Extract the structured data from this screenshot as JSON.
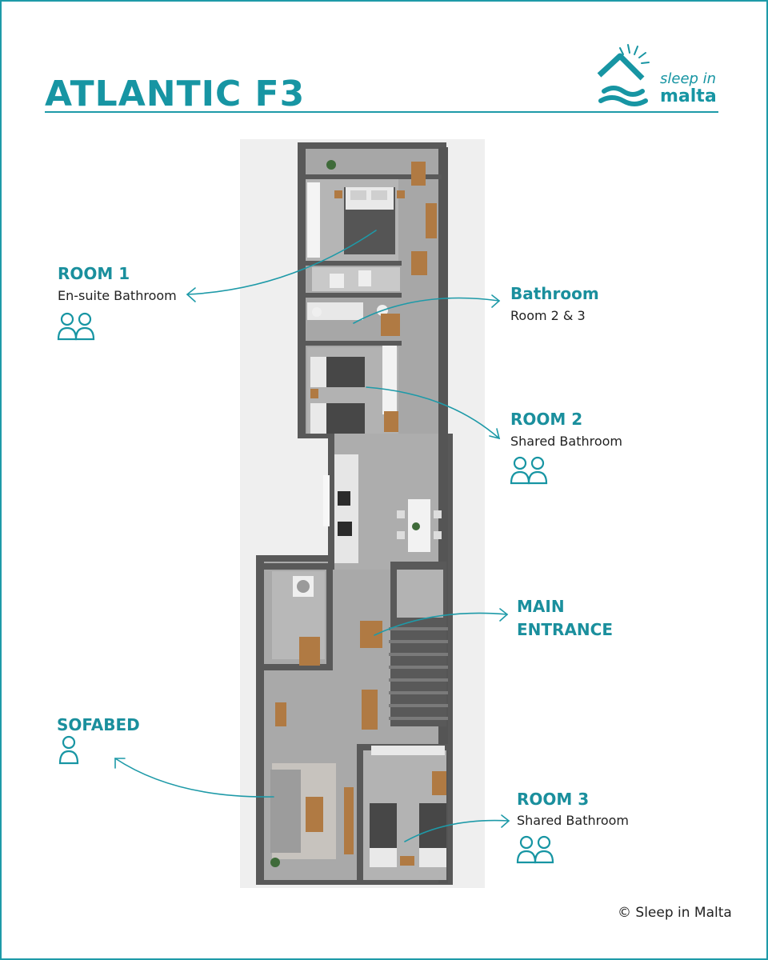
{
  "header": {
    "title": "ATLANTIC F3"
  },
  "logo": {
    "line1": "sleep in",
    "line2": "malta"
  },
  "labels": {
    "room1": {
      "title": "ROOM 1",
      "subtitle": "En-suite Bathroom",
      "icon": "two-persons-icon"
    },
    "bathroom": {
      "title": "Bathroom",
      "subtitle": "Room 2 & 3"
    },
    "room2": {
      "title": "ROOM 2",
      "subtitle": "Shared Bathroom",
      "icon": "two-persons-icon"
    },
    "main_entrance": {
      "line1": "MAIN",
      "line2": "ENTRANCE"
    },
    "sofabed": {
      "title": "SOFABED",
      "icon": "person-icon"
    },
    "room3": {
      "title": "ROOM 3",
      "subtitle": "Shared Bathroom",
      "icon": "two-persons-icon"
    }
  },
  "footer": {
    "copyright": "© Sleep in Malta"
  },
  "colors": {
    "accent": "#1795a3",
    "wall": "#5a5a5a",
    "floor": "#a9a9a9",
    "wood": "#b07a43"
  }
}
